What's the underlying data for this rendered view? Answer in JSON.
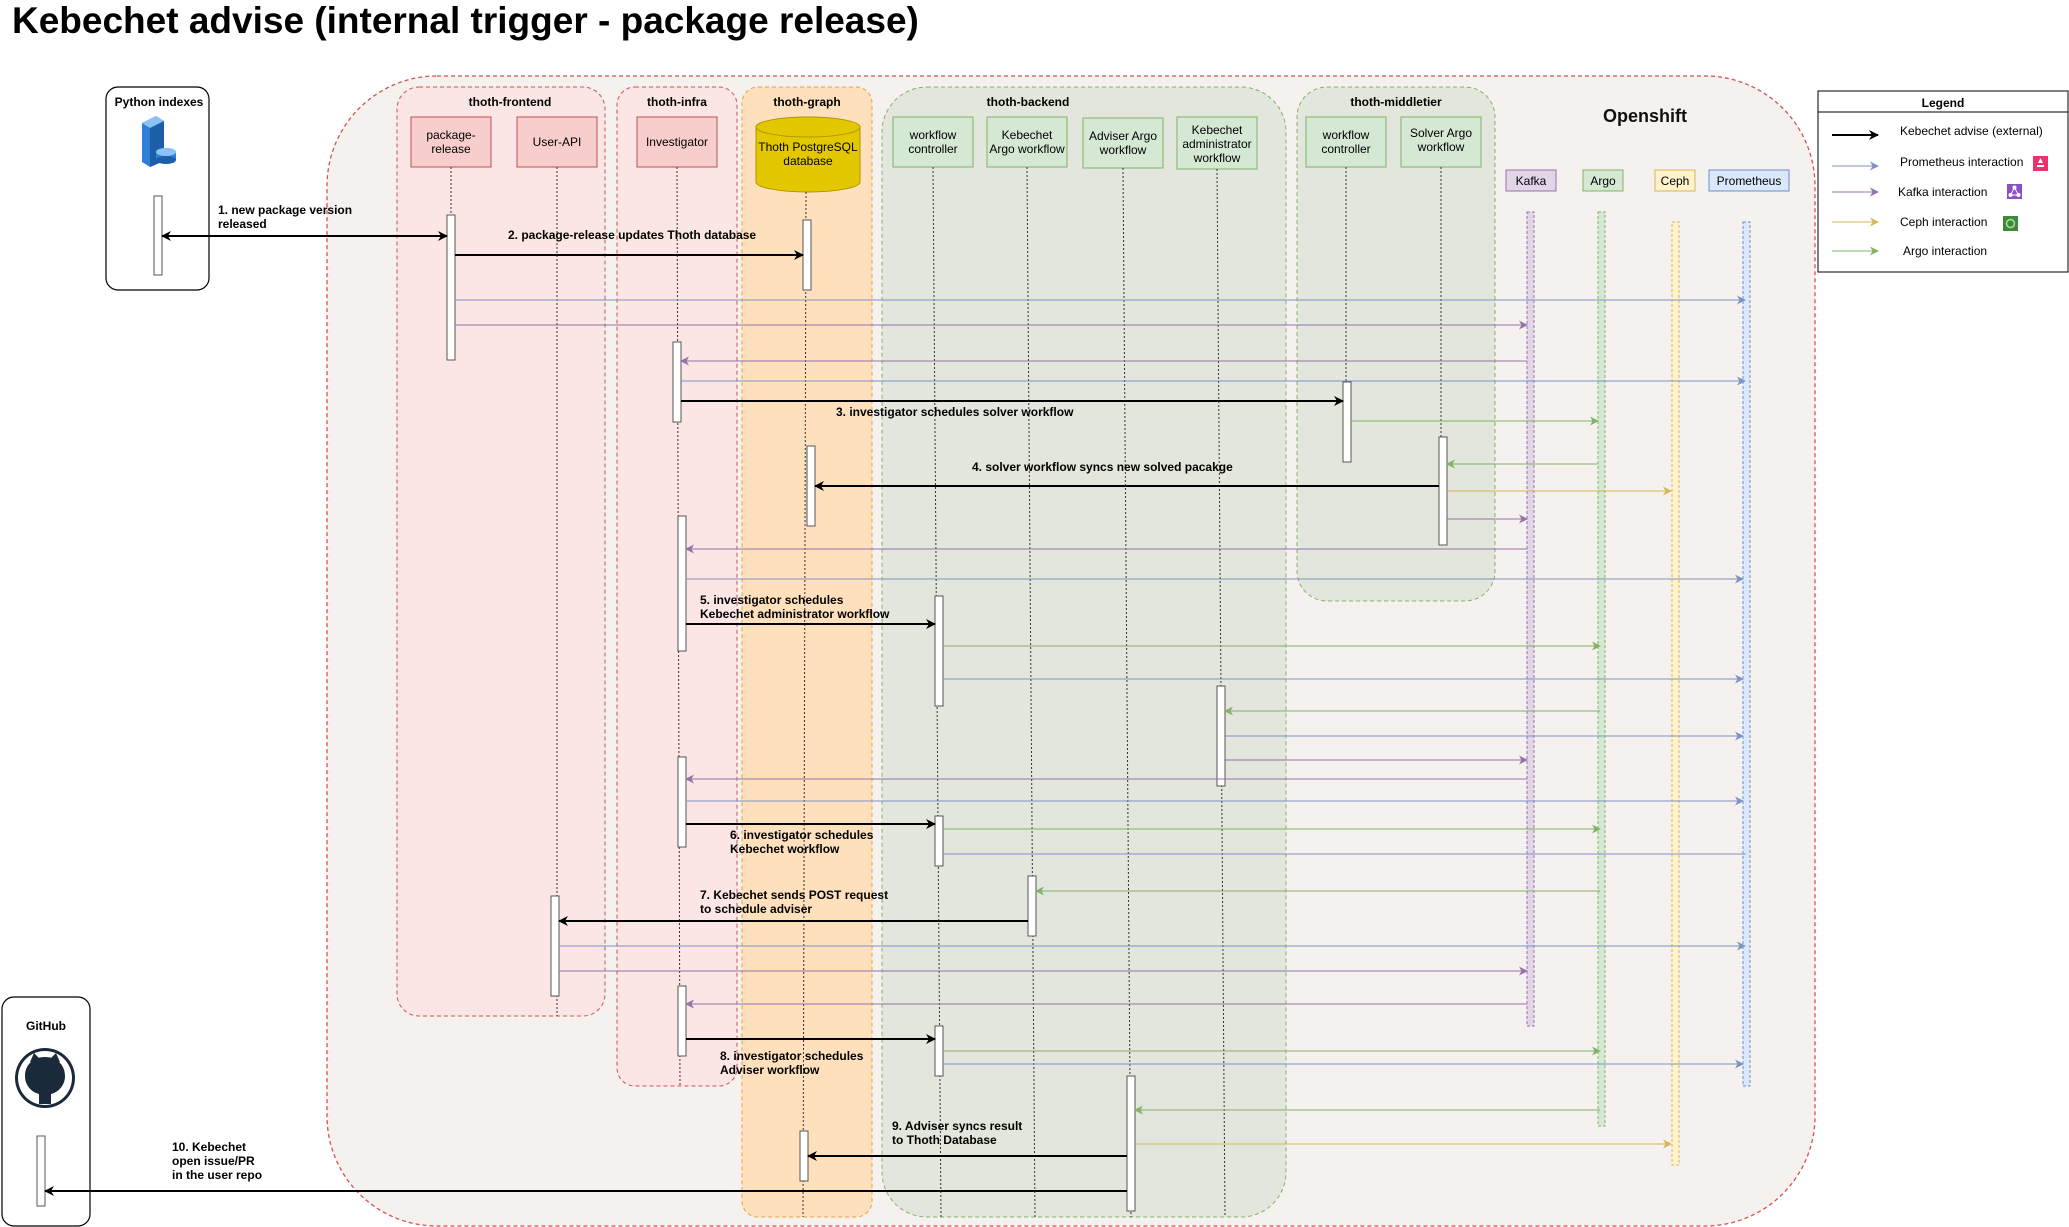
{
  "title": "Kebechet advise (internal trigger - package release)",
  "openshift_label": "Openshift",
  "groups": {
    "python_indexes": "Python indexes",
    "github": "GitHub",
    "thoth_frontend": "thoth-frontend",
    "thoth_infra": "thoth-infra",
    "thoth_graph": "thoth-graph",
    "thoth_backend": "thoth-backend",
    "thoth_middletier": "thoth-middletier"
  },
  "components": {
    "package_release": [
      "package-",
      "release"
    ],
    "user_api": [
      "User-API"
    ],
    "investigator": [
      "Investigator"
    ],
    "postgres": [
      "Thoth PostgreSQL",
      "database"
    ],
    "backend_workflow_controller": [
      "workflow",
      "controller"
    ],
    "kebechet_argo_workflow": [
      "Kebechet",
      "Argo workflow"
    ],
    "adviser_argo_workflow": [
      "Adviser Argo",
      "workflow"
    ],
    "kebechet_admin_workflow": [
      "Kebechet",
      "administrator",
      "workflow"
    ],
    "middletier_workflow_controller": [
      "workflow",
      "controller"
    ],
    "solver_argo_workflow": [
      "Solver Argo",
      "workflow"
    ]
  },
  "services": {
    "kafka": "Kafka",
    "argo": "Argo",
    "ceph": "Ceph",
    "prometheus": "Prometheus"
  },
  "legend": {
    "title": "Legend",
    "items": [
      "Kebechet advise (external)",
      "Prometheus interaction",
      "Kafka interaction",
      "Ceph interaction",
      "Argo interaction"
    ]
  },
  "colors": {
    "main": "#000000",
    "prometheus": "#7f93c6",
    "kafka": "#9673a6",
    "ceph": "#d6b656",
    "argo": "#82b366"
  },
  "steps": {
    "s1": [
      "1. new package version",
      "released"
    ],
    "s2": [
      "2. package-release updates Thoth database"
    ],
    "s3": [
      "3. investigator schedules solver workflow"
    ],
    "s4": [
      "4. solver workflow syncs new solved pacakge"
    ],
    "s5": [
      "5. investigator schedules",
      "Kebechet administrator workflow"
    ],
    "s6": [
      "6. investigator schedules",
      "Kebechet workflow"
    ],
    "s7": [
      "7. Kebechet sends POST request",
      "to schedule adviser"
    ],
    "s8": [
      "8. investigator schedules",
      "Adviser workflow"
    ],
    "s9": [
      "9. Adviser syncs result",
      "to Thoth Database"
    ],
    "s10": [
      "10. Kebechet",
      "open issue/PR",
      "in the user repo"
    ]
  }
}
